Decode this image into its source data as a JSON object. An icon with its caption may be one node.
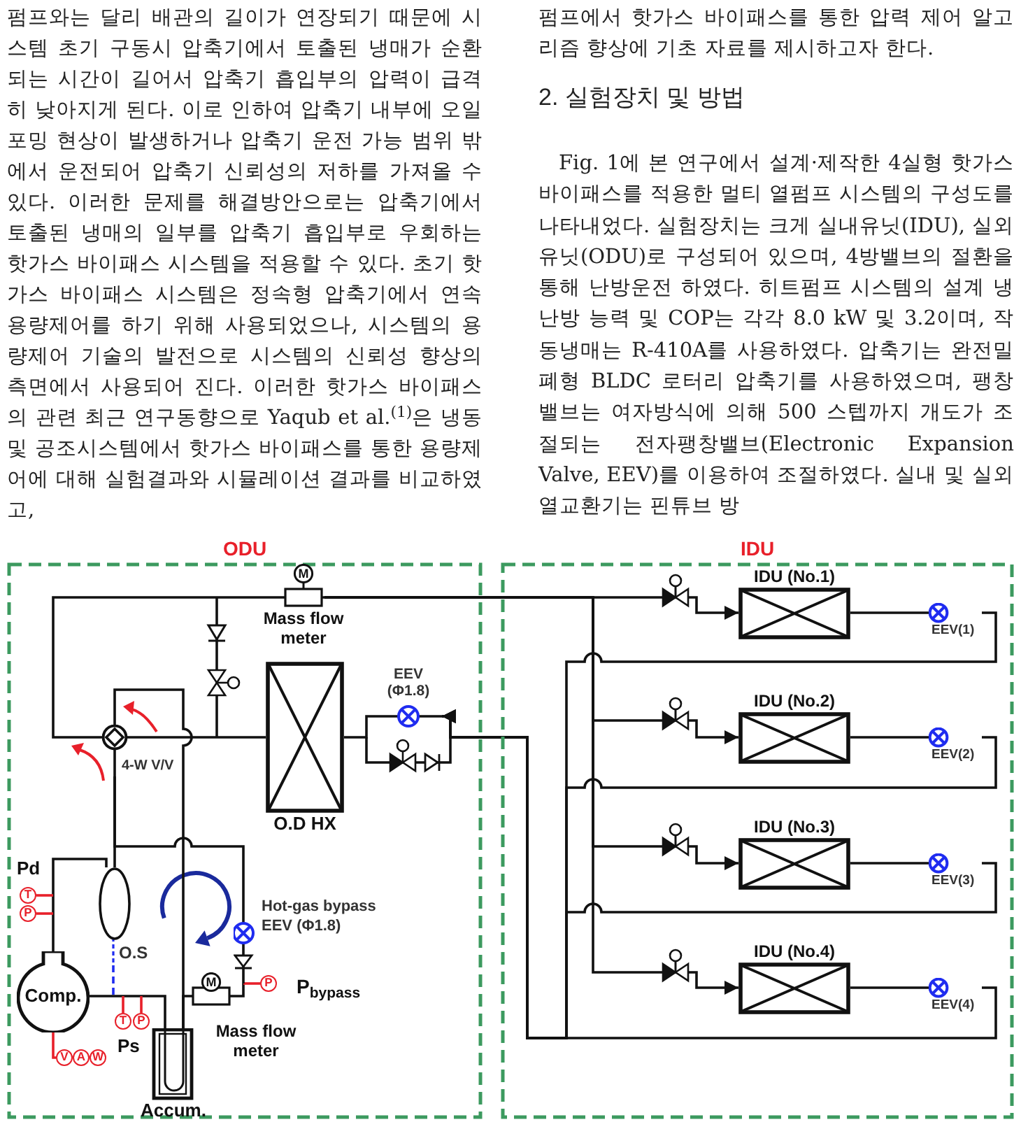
{
  "diagram": {
    "nodes": [
      {
        "text": [
          "ODU"
        ]
      },
      {
        "text": [
          "M"
        ],
        "in": 0,
        "beside": [
          "Mass flow meter"
        ]
      },
      {
        "text": [
          "O.D HX"
        ],
        "in": 0
      },
      {
        "text": [
          "EEV (Φ1.8)"
        ],
        "in": 0
      },
      {
        "text": [
          "4-W V/V"
        ],
        "in": 0
      },
      {
        "text": [
          "T"
        ],
        "in": 0
      },
      {
        "text": [
          "P"
        ],
        "in": 0
      },
      {
        "text": [
          "O.S"
        ],
        "in": 0
      },
      {
        "text": [
          "Hot-gas bypass EEV (Φ1.8)"
        ],
        "in": 0
      },
      {
        "text": [
          "P"
        ],
        "in": 0
      },
      {
        "text": [
          "Comp."
        ],
        "in": 0
      },
      {
        "text": [
          "M"
        ],
        "in": 0,
        "beside": [
          "Mass flow meter"
        ]
      },
      {
        "text": [
          "T"
        ],
        "in": 0
      },
      {
        "text": [
          "P"
        ],
        "in": 0
      },
      {
        "text": [
          "V"
        ],
        "in": 0
      },
      {
        "text": [
          "A"
        ],
        "in": 0
      },
      {
        "text": [
          "W"
        ],
        "in": 0
      },
      {
        "text": [
          "Accum."
        ],
        "in": 0
      },
      {
        "text": [
          "IDU"
        ]
      },
      {
        "text": [
          "IDU (No.1)"
        ],
        "in": 18
      },
      {
        "text": [
          "IDU (No.2)"
        ],
        "in": 18
      },
      {
        "text": [
          "IDU (No.3)"
        ],
        "in": 18
      },
      {
        "text": [
          "IDU (No.4)"
        ],
        "in": 18
      },
      {
        "text": [
          "EEV(1)"
        ],
        "in": 18
      },
      {
        "text": [
          "EEV(2)"
        ],
        "in": 18
      },
      {
        "text": [
          "EEV(3)"
        ],
        "in": 18
      },
      {
        "text": [
          "EEV(4)"
        ],
        "in": 18
      }
    ],
    "edges": [
      {
        "from": 4,
        "to": 1,
        "arrow": "none"
      },
      {
        "from": 4,
        "to": 2,
        "arrow": "none"
      },
      {
        "from": 2,
        "to": 3,
        "arrow": "none"
      },
      {
        "from": 10,
        "to": 7,
        "arrow": "none"
      },
      {
        "from": 7,
        "to": 4,
        "arrow": "none"
      },
      {
        "from": 4,
        "to": 8,
        "arrow": "none"
      },
      {
        "from": 8,
        "to": 11,
        "arrow": "none"
      },
      {
        "from": 11,
        "to": 17,
        "arrow": "none"
      },
      {
        "from": 4,
        "to": 17,
        "arrow": "none"
      },
      {
        "from": 17,
        "to": 10,
        "arrow": "none"
      },
      {
        "from": 1,
        "to": 19,
        "arrow": "to"
      },
      {
        "from": 1,
        "to": 20,
        "arrow": "to"
      },
      {
        "from": 1,
        "to": 21,
        "arrow": "to"
      },
      {
        "from": 1,
        "to": 22,
        "arrow": "to"
      },
      {
        "from": 19,
        "to": 23,
        "arrow": "none"
      },
      {
        "from": 20,
        "to": 24,
        "arrow": "none"
      },
      {
        "from": 21,
        "to": 25,
        "arrow": "none"
      },
      {
        "from": 22,
        "to": 26,
        "arrow": "none"
      },
      {
        "from": 23,
        "to": 3,
        "arrow": "to"
      },
      {
        "from": 24,
        "to": 3,
        "arrow": "to"
      },
      {
        "from": 25,
        "to": 3,
        "arrow": "to"
      },
      {
        "from": 26,
        "to": 3,
        "arrow": "to"
      },
      {
        "from": 7,
        "to": null,
        "arrow": "none",
        "style": "dashed",
        "color": "#1f2cf0"
      },
      {
        "from": 5,
        "to": null,
        "arrow": "none",
        "color": "#e8202a"
      },
      {
        "from": 6,
        "to": null,
        "arrow": "none",
        "color": "#e8202a"
      },
      {
        "from": 9,
        "to": 8,
        "arrow": "none",
        "color": "#e8202a"
      },
      {
        "from": 12,
        "to": null,
        "arrow": "none",
        "color": "#e8202a"
      },
      {
        "from": 13,
        "to": null,
        "arrow": "none",
        "color": "#e8202a"
      },
      {
        "from": 10,
        "to": 14,
        "arrow": "none",
        "color": "#e8202a"
      }
    ],
    "labels": [
      "펌프와는 달리 배관의 길이가 연장되기 때문에 시스템 초기 구동시 압축기에서 토출된 냉매가 순환되는 시간이 길어서 압축기 흡입부의 압력이 급격히 낮아지게 된다. 이로 인하여 압축기 내부에 오일 포밍 현상이 발생하거나 압축기 운전 가능 범위 밖에서 운전되어 압축기 신뢰성의 저하를 가져올 수 있다. 이러한 문제를 해결방안으로는 압축기에서 토출된 냉매의 일부를 압축기 흡입부로 우회하는 핫가스 바이패스 시스템을 적용할 수 있다. 초기 핫가스 바이패스 시스템은 정속형 압축기에서 연속 용량제어를 하기 위해 사용되었으나, 시스템의 용량제어 기술의 발전으로 시스템의 신뢰성 향상의 측면에서 사용되어 진다. 이러한 핫가스 바이패스의 관련 최근 연구동향으로 Yaqub et al.$^{(1)}$은 냉동 및 공조시스템에서 핫가스 바이패스를 통한 용량제어에 대해 실험결과와 시뮬레이션 결과를 비교하였고,",
      "펌프에서 핫가스 바이패스를 통한 압력 제어 알고리즘 향상에 기초 자료를 제시하고자 한다.",
      "2. 실험장치 및 방법",
      "Fig. 1에 본 연구에서 설계·제작한 4실형 핫가스 바이패스를 적용한 멀티 열펌프 시스템의 구성도를 나타내었다. 실험장치는 크게 실내유닛(IDU), 실외유닛(ODU)로 구성되어 있으며, 4방밸브의 절환을 통해 난방운전 하였다. 히트펌프 시스템의 설계 냉난방 능력 및 COP는 각각 8.0 kW 및 3.2이며, 작동냉매는 R-410A를 사용하였다. 압축기는 완전밀폐형 BLDC 로터리 압축기를 사용하였으며, 팽창밸브는 여자방식에 의해 500 스텝까지 개도가 조절되는 전자팽창밸브(Electronic Expansion Valve, EEV)를 이용하여 조절하였다. 실내 및 실외 열교환기는 핀튜브 방",
      "Pd",
      "P$_{bypass}$",
      "Ps"
    ]
  }
}
